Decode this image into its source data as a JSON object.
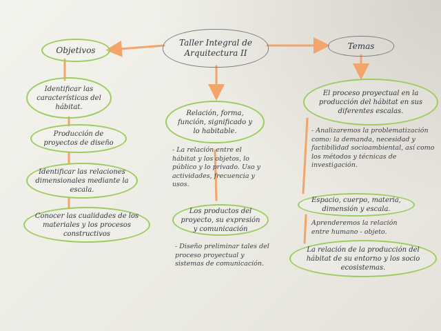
{
  "title": "Taller Integral de Arquitectura II",
  "objetivos": {
    "label": "Objetivos",
    "items": [
      "Identificar las características del hábitat.",
      "Producción de proyectos de diseño",
      "Identificar las relaciones dimensionales mediante la escala.",
      "Conocer las cualidades de los materiales y los procesos constructivos"
    ]
  },
  "centro": {
    "top": "Relación, forma, función, significado y lo habitable.",
    "note1": "- La relación entre el hábitat y los objetos, lo público y lo privado. Uso y actividades, frecuencia y usos.",
    "mid": "Los productos del proyecto, su expresión y comunicación",
    "note2": "- Diseño preliminar tales del proceso proyectual y sistemas de comunicación."
  },
  "temas": {
    "label": "Temas",
    "item1": "El proceso proyectual en la producción del hábitat en sus diferentes escalas.",
    "note1": "- Analizaremos la problematización como: la demanda, necesidad y factibilidad socioambiental, así como los métodos y técnicas de investigación.",
    "item2": "Espacio, cuerpo, materia, dimensión y escala.",
    "note2": "Aprenderemos la relación entre humano - objeto.",
    "item3": "La relación de la producción del hábitat de su entorno y los socio ecosistemas."
  },
  "colors": {
    "node_border": "#9ccc5e",
    "arrow": "#f2a46b",
    "ink": "#2f3640"
  }
}
